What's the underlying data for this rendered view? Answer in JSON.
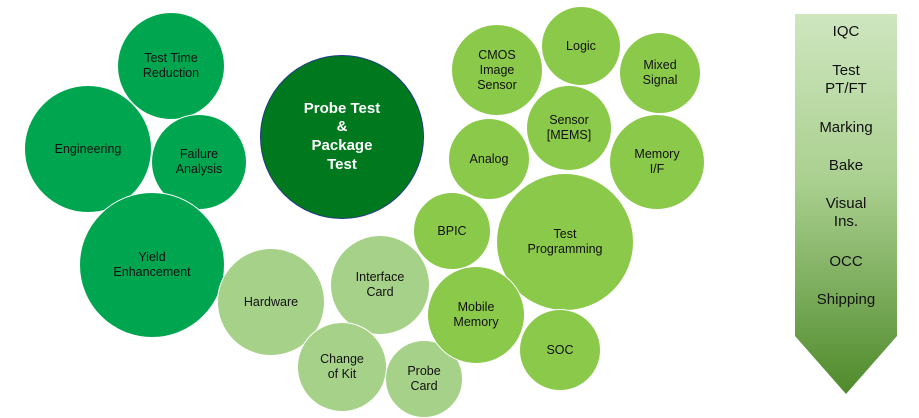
{
  "center": {
    "label": "Probe Test\n&\nPackage\nTest"
  },
  "bubbles": {
    "test_time_reduction": "Test Time\nReduction",
    "engineering": "Engineering",
    "failure_analysis": "Failure\nAnalysis",
    "yield_enhancement": "Yield\nEnhancement",
    "hardware": "Hardware",
    "interface_card": "Interface\nCard",
    "change_of_kit": "Change\nof Kit",
    "probe_card": "Probe\nCard",
    "cmos_image_sensor": "CMOS\nImage\nSensor",
    "logic": "Logic",
    "mixed_signal": "Mixed\nSignal",
    "sensor_mems": "Sensor\n[MEMS]",
    "analog": "Analog",
    "memory_if": "Memory\nI/F",
    "bpic": "BPIC",
    "test_programming": "Test\nProgramming",
    "mobile_memory": "Mobile\nMemory",
    "soc": "SOC"
  },
  "flow": {
    "steps": [
      "IQC",
      "Test\nPT/FT",
      "Marking",
      "Bake",
      "Visual\nIns.",
      "OCC",
      "Shipping"
    ]
  },
  "colors": {
    "core_green": "#00a550",
    "light_green": "#a6d188",
    "lime_green": "#8bc94b",
    "center_green": "#00781e",
    "arrow_top": "#cfe6c0",
    "arrow_bottom": "#4f8a2b"
  }
}
